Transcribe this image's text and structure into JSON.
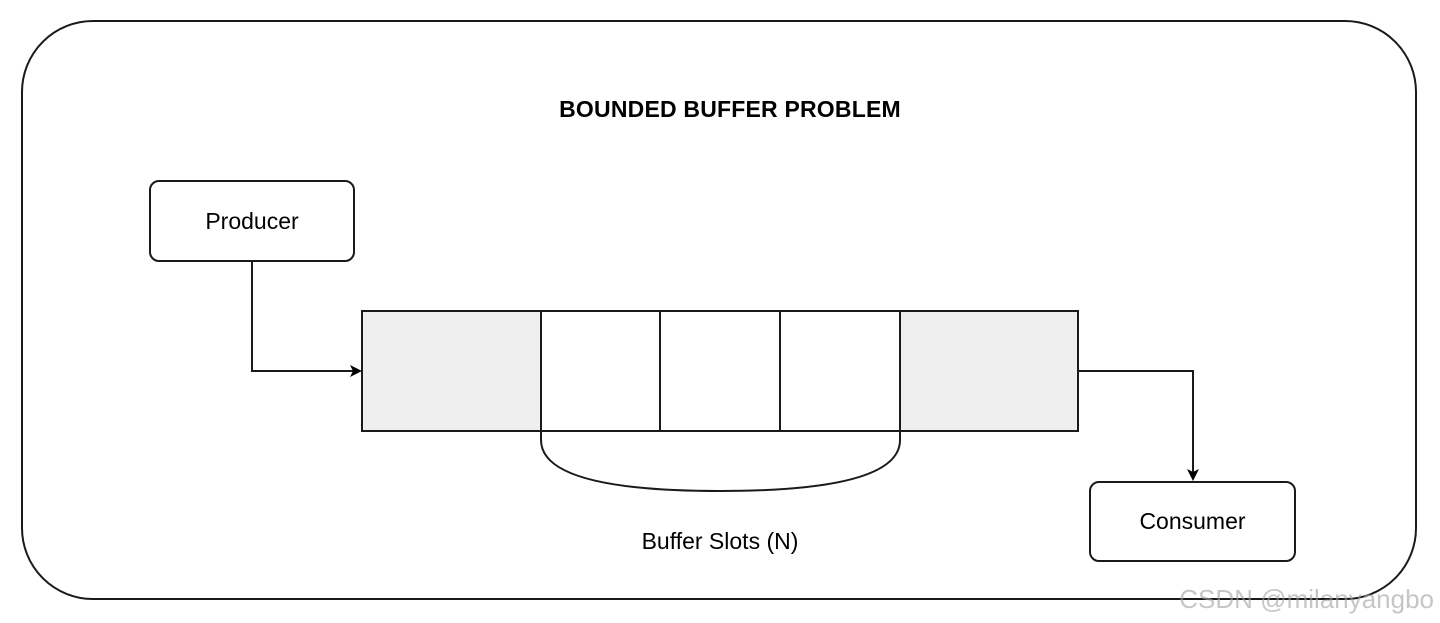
{
  "diagram": {
    "title": "BOUNDED BUFFER PROBLEM",
    "producer_label": "Producer",
    "consumer_label": "Consumer",
    "buffer_caption": "Buffer Slots (N)",
    "watermark": "CSDN @milanyangbo",
    "colors": {
      "stroke": "#1a1a1a",
      "buffer_end_fill": "#efefef",
      "slot_fill": "#ffffff"
    }
  }
}
